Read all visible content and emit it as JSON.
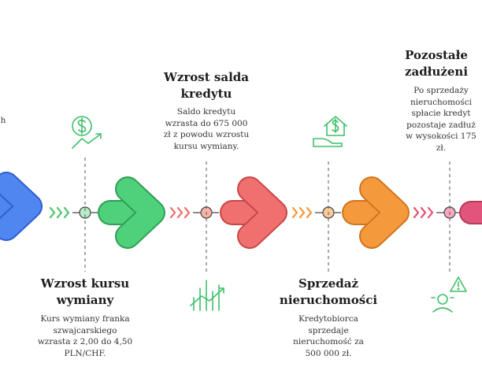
{
  "steps": [
    {
      "title": "",
      "desc": "h",
      "color": "#4f86f0",
      "position": "top"
    },
    {
      "title": "Wzrost kursu\nwymiany",
      "desc": "Kurs wymiany franka\nszwajcarskiego\nwzrasta z 2,00 do 4,50\nPLN/CHF.",
      "color": "#4fd07a",
      "icon": "bar-chart-growth-icon",
      "position": "bottom"
    },
    {
      "title": "Wzrost salda\nkredytu",
      "desc": "Saldo kredytu\nwzrasta do 675 000\nzł z powodu wzrostu\nkursu wymiany.",
      "color": "#f07070",
      "icon": "money-growth-icon",
      "position": "top"
    },
    {
      "title": "Sprzedaż\nnieruchomości",
      "desc": "Kredytobiorca\nsprzedaje\nnieruchomość za\n500 000 zł.",
      "color": "#f59a3c",
      "icon": "house-sale-icon",
      "position": "bottom"
    },
    {
      "title": "Pozostałe\nzadłużeni",
      "desc": "Po sprzedaży\nnieruchomości\nspłacie kredyt\npozostaje zadłuż\nw wysokości 175\nzł.",
      "color": "#e2557a",
      "icon": "warning-person-icon",
      "position": "top"
    }
  ]
}
